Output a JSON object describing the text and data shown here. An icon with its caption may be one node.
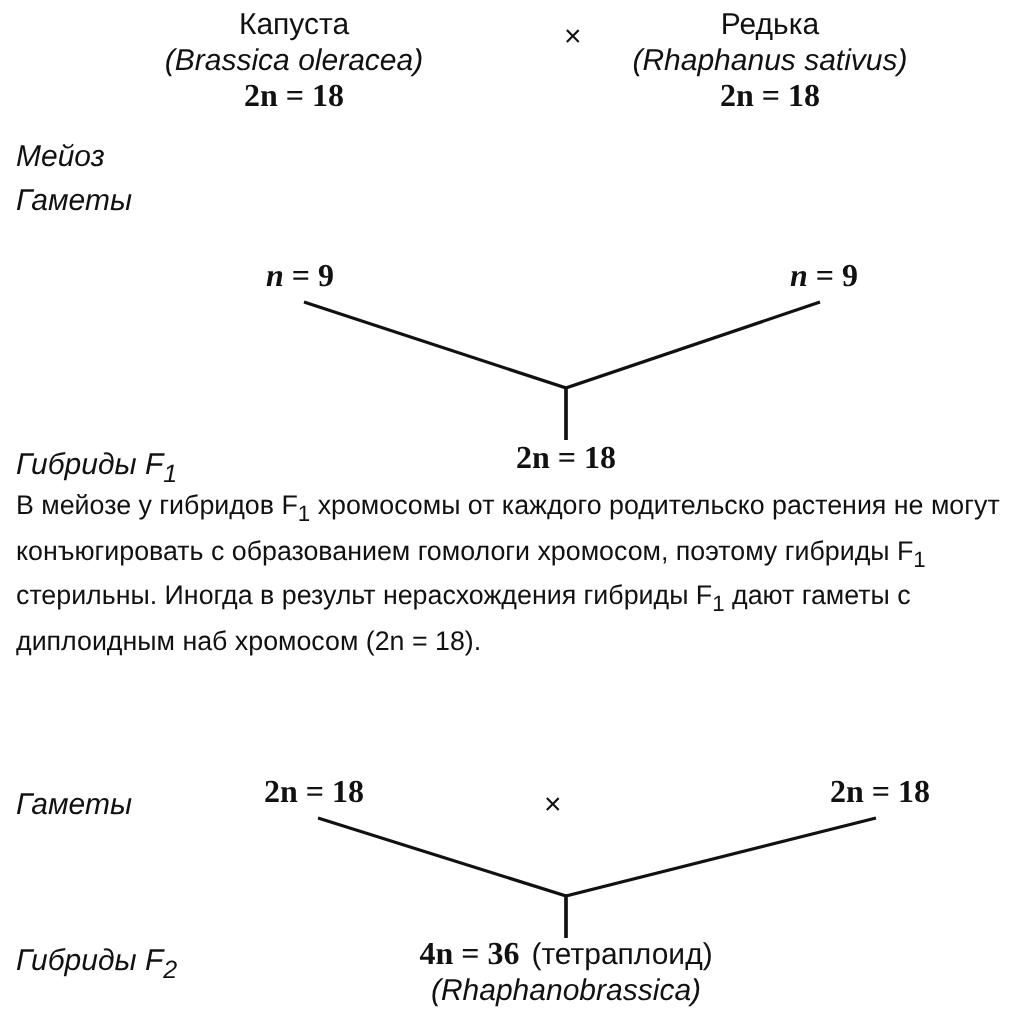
{
  "diagram": {
    "nodes": [
      {
        "text": [
          "Капуста",
          "(Brassica oleracea)",
          "2n = 18"
        ]
      },
      {
        "text": [
          "Редька",
          "(Rhaphanus sativus)",
          "2n = 18"
        ]
      },
      {
        "text": [
          "*n* = 9"
        ]
      },
      {
        "text": [
          "*n* = 9"
        ]
      },
      {
        "text": [
          "2n = 18"
        ]
      },
      {
        "text": [
          "2n = 18"
        ]
      },
      {
        "text": [
          "2n = 18"
        ]
      },
      {
        "text": [
          "4n = 36",
          "(Rhaphanobrassica)"
        ],
        "beside": [
          "(тетраплоид)"
        ]
      }
    ],
    "edges": [
      {
        "from": 2,
        "to": 4,
        "arrow": "none"
      },
      {
        "from": 3,
        "to": 4,
        "arrow": "none"
      },
      {
        "from": 5,
        "to": 7,
        "arrow": "none"
      },
      {
        "from": 6,
        "to": 7,
        "arrow": "none"
      }
    ],
    "labels": [
      "×",
      "Мейоз",
      "Гаметы",
      "Гибриды F$_{1}$",
      "В мейозе у гибридов F$_{1}$ хромосомы от каждого родительско растения не могут конъюгировать с образованием гомологи хромосом, поэтому гибриды F$_{1}$ стерильны. Иногда в результ нерасхождения гибриды F$_{1}$ дают гаметы с диплоидным наб хромосом (2n = 18).",
      "Гаметы",
      "×",
      "Гибриды F$_{2}$"
    ]
  }
}
